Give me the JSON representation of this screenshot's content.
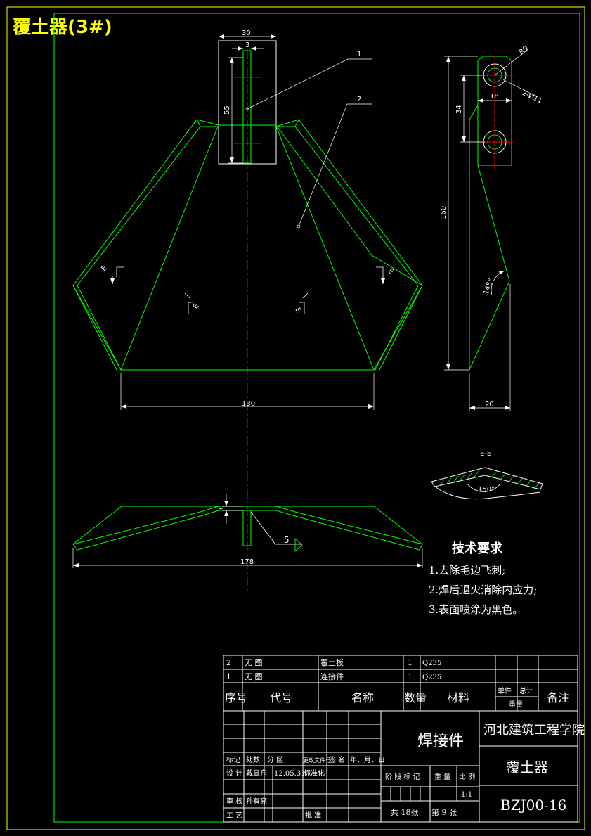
{
  "title": "覆土器(3#)",
  "colors": {
    "outline": "#00ff00",
    "centerline": "#ff0000",
    "dimension": "#ffffff",
    "frame": "#ffff00",
    "title": "#ffff00"
  },
  "dimensions": {
    "d30": "30",
    "d3_top": "3",
    "d55": "55",
    "d130": "130",
    "d178": "178",
    "d3_bottom": "3",
    "r9": "R9",
    "d18": "18",
    "hole": "2-Ø11",
    "d34": "34",
    "d160": "160",
    "d20": "20",
    "ang145": "145°",
    "ang150": "150°"
  },
  "callouts": {
    "c1": "1",
    "c2": "2",
    "c5": "5"
  },
  "section": {
    "name": "E-E",
    "mark": "E"
  },
  "tech": {
    "heading": "技术要求",
    "items": [
      "1.去除毛边飞刺;",
      "2.焊后退火消除内应力;",
      "3.表面喷涂为黑色。"
    ]
  },
  "bom": {
    "rows": [
      {
        "no": "2",
        "code": "无 图",
        "name": "覆土板",
        "qty": "1",
        "material": "Q235"
      },
      {
        "no": "1",
        "code": "无 图",
        "name": "连接件",
        "qty": "1",
        "material": "Q235"
      }
    ],
    "headers": {
      "no": "序号",
      "code": "代号",
      "name": "名称",
      "qty": "数量",
      "material": "材料",
      "unit": "单件",
      "total": "总计",
      "weight": "重量",
      "remark": "备注"
    }
  },
  "titleblock": {
    "part": "焊接件",
    "school": "河北建筑工程学院",
    "product": "覆土器",
    "drawing_no": "BZJ00-16",
    "labels": {
      "mark": "标记",
      "count": "处数",
      "zone": "分 区",
      "doc": "更改文件号",
      "sign": "签 名",
      "date": "年、月、日",
      "design": "设 计",
      "standard": "标准化",
      "review": "审 核",
      "process": "工 艺",
      "approve": "批 准",
      "stage": "阶 段 标 记",
      "weight": "重 量",
      "scale": "比 例"
    },
    "designer": "戴显东",
    "design_date": "12.05.31",
    "reviewer": "孙有亮",
    "scale": "1:1",
    "sheets": "共 18张",
    "sheet": "第 9 张"
  }
}
